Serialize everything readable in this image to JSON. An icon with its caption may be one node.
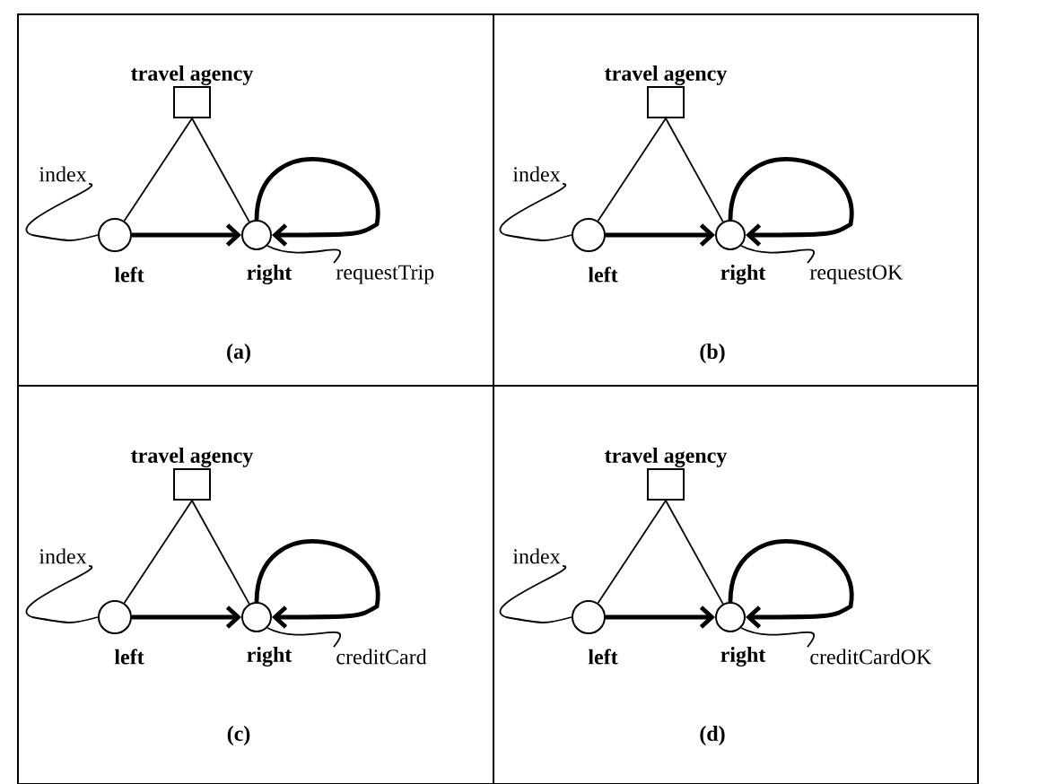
{
  "diagram": {
    "nodes": [
      {
        "text": [
          "(a)"
        ]
      },
      {
        "text": [
          "travel agency"
        ],
        "in": 0
      },
      {
        "text": [
          "left"
        ],
        "in": 0
      },
      {
        "text": [
          "right"
        ],
        "in": 0
      },
      {
        "text": [
          "index"
        ],
        "in": 0
      },
      {
        "text": [
          "requestTrip"
        ],
        "in": 0
      },
      {
        "text": [
          "(b)"
        ]
      },
      {
        "text": [
          "travel agency"
        ],
        "in": 6
      },
      {
        "text": [
          "left"
        ],
        "in": 6
      },
      {
        "text": [
          "right"
        ],
        "in": 6
      },
      {
        "text": [
          "index"
        ],
        "in": 6
      },
      {
        "text": [
          "requestOK"
        ],
        "in": 6
      },
      {
        "text": [
          "(c)"
        ]
      },
      {
        "text": [
          "travel agency"
        ],
        "in": 12
      },
      {
        "text": [
          "left"
        ],
        "in": 12
      },
      {
        "text": [
          "right"
        ],
        "in": 12
      },
      {
        "text": [
          "index"
        ],
        "in": 12
      },
      {
        "text": [
          "creditCard"
        ],
        "in": 12
      },
      {
        "text": [
          "(d)"
        ]
      },
      {
        "text": [
          "travel agency"
        ],
        "in": 18
      },
      {
        "text": [
          "left"
        ],
        "in": 18
      },
      {
        "text": [
          "right"
        ],
        "in": 18
      },
      {
        "text": [
          "index"
        ],
        "in": 18
      },
      {
        "text": [
          "creditCardOK"
        ],
        "in": 18
      }
    ],
    "edges": [
      {
        "from": 1,
        "to": 2,
        "arrow": "none"
      },
      {
        "from": 1,
        "to": 3,
        "arrow": "none"
      },
      {
        "from": 2,
        "to": 3,
        "arrow": "to",
        "style": "thick"
      },
      {
        "from": 3,
        "to": 3,
        "arrow": "to",
        "style": "thick"
      },
      {
        "from": 4,
        "to": 2,
        "arrow": "none"
      },
      {
        "from": 5,
        "to": 3,
        "arrow": "none"
      },
      {
        "from": 7,
        "to": 8,
        "arrow": "none"
      },
      {
        "from": 7,
        "to": 9,
        "arrow": "none"
      },
      {
        "from": 8,
        "to": 9,
        "arrow": "to",
        "style": "thick"
      },
      {
        "from": 9,
        "to": 9,
        "arrow": "to",
        "style": "thick"
      },
      {
        "from": 10,
        "to": 8,
        "arrow": "none"
      },
      {
        "from": 11,
        "to": 9,
        "arrow": "none"
      },
      {
        "from": 13,
        "to": 14,
        "arrow": "none"
      },
      {
        "from": 13,
        "to": 15,
        "arrow": "none"
      },
      {
        "from": 14,
        "to": 15,
        "arrow": "to",
        "style": "thick"
      },
      {
        "from": 15,
        "to": 15,
        "arrow": "to",
        "style": "thick"
      },
      {
        "from": 16,
        "to": 14,
        "arrow": "none"
      },
      {
        "from": 17,
        "to": 15,
        "arrow": "none"
      },
      {
        "from": 19,
        "to": 20,
        "arrow": "none"
      },
      {
        "from": 19,
        "to": 21,
        "arrow": "none"
      },
      {
        "from": 20,
        "to": 21,
        "arrow": "to",
        "style": "thick"
      },
      {
        "from": 21,
        "to": 21,
        "arrow": "to",
        "style": "thick"
      },
      {
        "from": 22,
        "to": 20,
        "arrow": "none"
      },
      {
        "from": 23,
        "to": 21,
        "arrow": "none"
      }
    ]
  }
}
